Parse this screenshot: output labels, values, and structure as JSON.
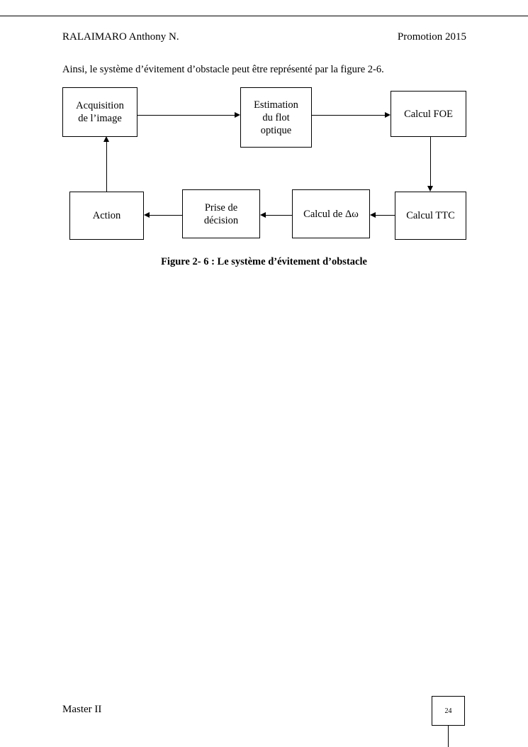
{
  "header": {
    "author": "RALAIMARO Anthony N.",
    "promotion": "Promotion 2015"
  },
  "intro": {
    "text": "Ainsi, le système d’évitement d’obstacle peut être représenté par la figure 2-6."
  },
  "diagram": {
    "boxes": [
      {
        "id": "acquisition",
        "lines": [
          "Acquisition",
          "de l’image"
        ]
      },
      {
        "id": "estimation",
        "lines": [
          "Estimation",
          "du flot",
          "optique"
        ]
      },
      {
        "id": "foe",
        "lines": [
          "Calcul FOE"
        ]
      },
      {
        "id": "ttc",
        "lines": [
          "Calcul TTC"
        ]
      },
      {
        "id": "delta",
        "lines": [
          "Calcul de Δω"
        ]
      },
      {
        "id": "prise",
        "lines": [
          "Prise de",
          "décision"
        ]
      },
      {
        "id": "action",
        "lines": [
          "Action"
        ]
      }
    ],
    "connections": [
      "acquisition-to-estimation",
      "estimation-to-foe",
      "foe-to-ttc",
      "ttc-to-delta",
      "delta-to-prise",
      "prise-to-action",
      "action-to-acquisition"
    ]
  },
  "caption": {
    "text": "Figure 2- 6 : Le système d’évitement d’obstacle"
  },
  "footer": {
    "label": "Master II",
    "page_number": "24"
  },
  "colors": {
    "ink": "#000000",
    "paper": "#ffffff"
  }
}
